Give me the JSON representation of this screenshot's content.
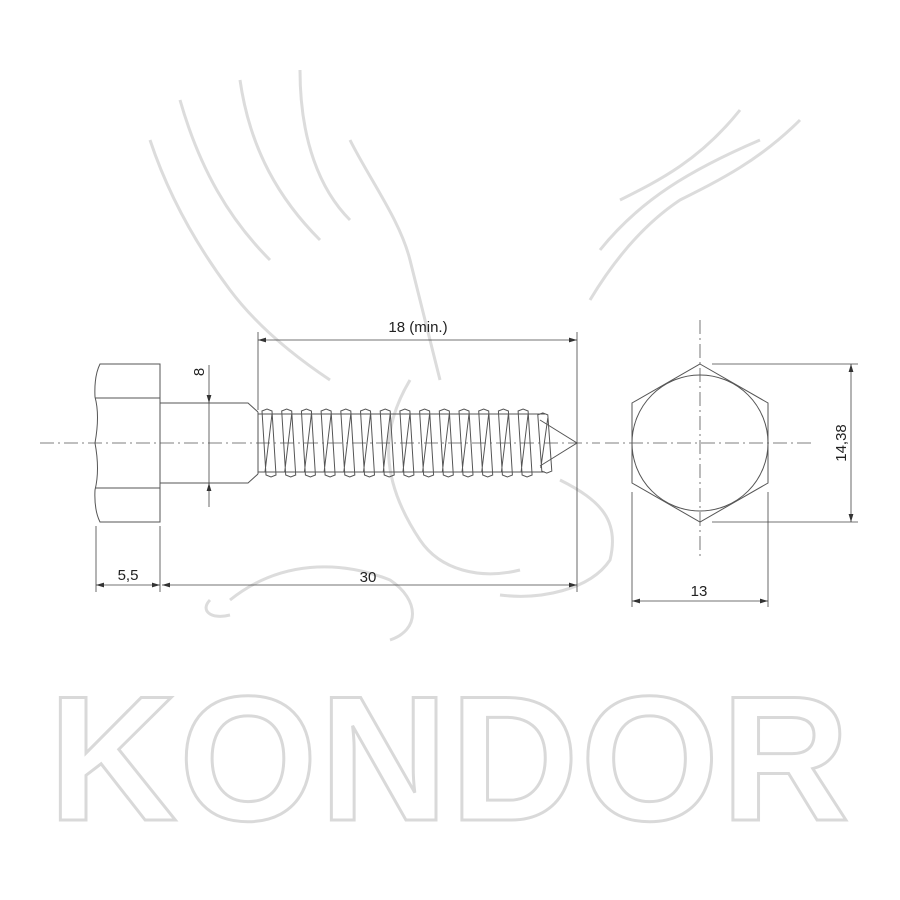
{
  "watermark": {
    "brand": "KONDOR"
  },
  "dimensions": {
    "thread_length": "18 (min.)",
    "shank_diameter": "8",
    "head_height": "5,5",
    "length": "30",
    "across_corners": "14,38",
    "across_flats": "13"
  },
  "colors": {
    "line": "#555555",
    "watermark": "#d9d9d9"
  }
}
